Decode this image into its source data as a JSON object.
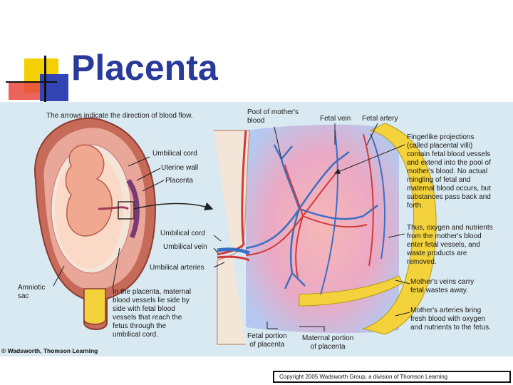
{
  "slide": {
    "title": "Placenta"
  },
  "figure": {
    "caption": "The arrows indicate the direction of blood flow.",
    "credit": "© Wadsworth, Thomson Learning",
    "labels": {
      "umbilical_cord_left": "Umbilical cord",
      "uterine_wall": "Uterine wall",
      "placenta": "Placenta",
      "amniotic_sac": "Amniotic\nsac",
      "placental_note": "In the placenta, maternal\nblood vessels lie side by\nside with fetal blood\nvessels that reach the\nfetus through the\numbilical cord.",
      "pool": "Pool of mother's\nblood",
      "fetal_vein_top": "Fetal vein",
      "fetal_artery": "Fetal artery",
      "villi_note": "Fingerlike projections\n(called placental villi)\ncontain fetal blood vessels\nand extend into the pool of\nmother's blood. No actual\nmingling of fetal and\nmaternal blood occurs, but\nsubstances pass back and\nforth.",
      "exchange_note": "Thus, oxygen and nutrients\nfrom the mother's blood\nenter fetal vessels, and\nwaste products are\nremoved.",
      "veins_note": "Mother's veins carry\nfetal wastes away.",
      "arteries_note": "Mother's arteries bring\nfresh blood with oxygen\nand nutrients to the fetus.",
      "umbilical_cord_mid": "Umbilical cord",
      "umbilical_vein": "Umbilical vein",
      "umbilical_arteries": "Umbilical arteries",
      "fetal_portion": "Fetal portion\nof placenta",
      "maternal_portion": "Maternal portion\nof placenta"
    }
  },
  "footer": {
    "copyright": "Copyright 2005 Wadsworth Group, a division of Thomson Learning"
  },
  "colors": {
    "title": "#2a3a9a",
    "figure_bg": "#d9e9f1",
    "vein_blue": "#3a6fc4",
    "artery_red": "#d23a3a",
    "maternal_yellow": "#f3d23c"
  }
}
